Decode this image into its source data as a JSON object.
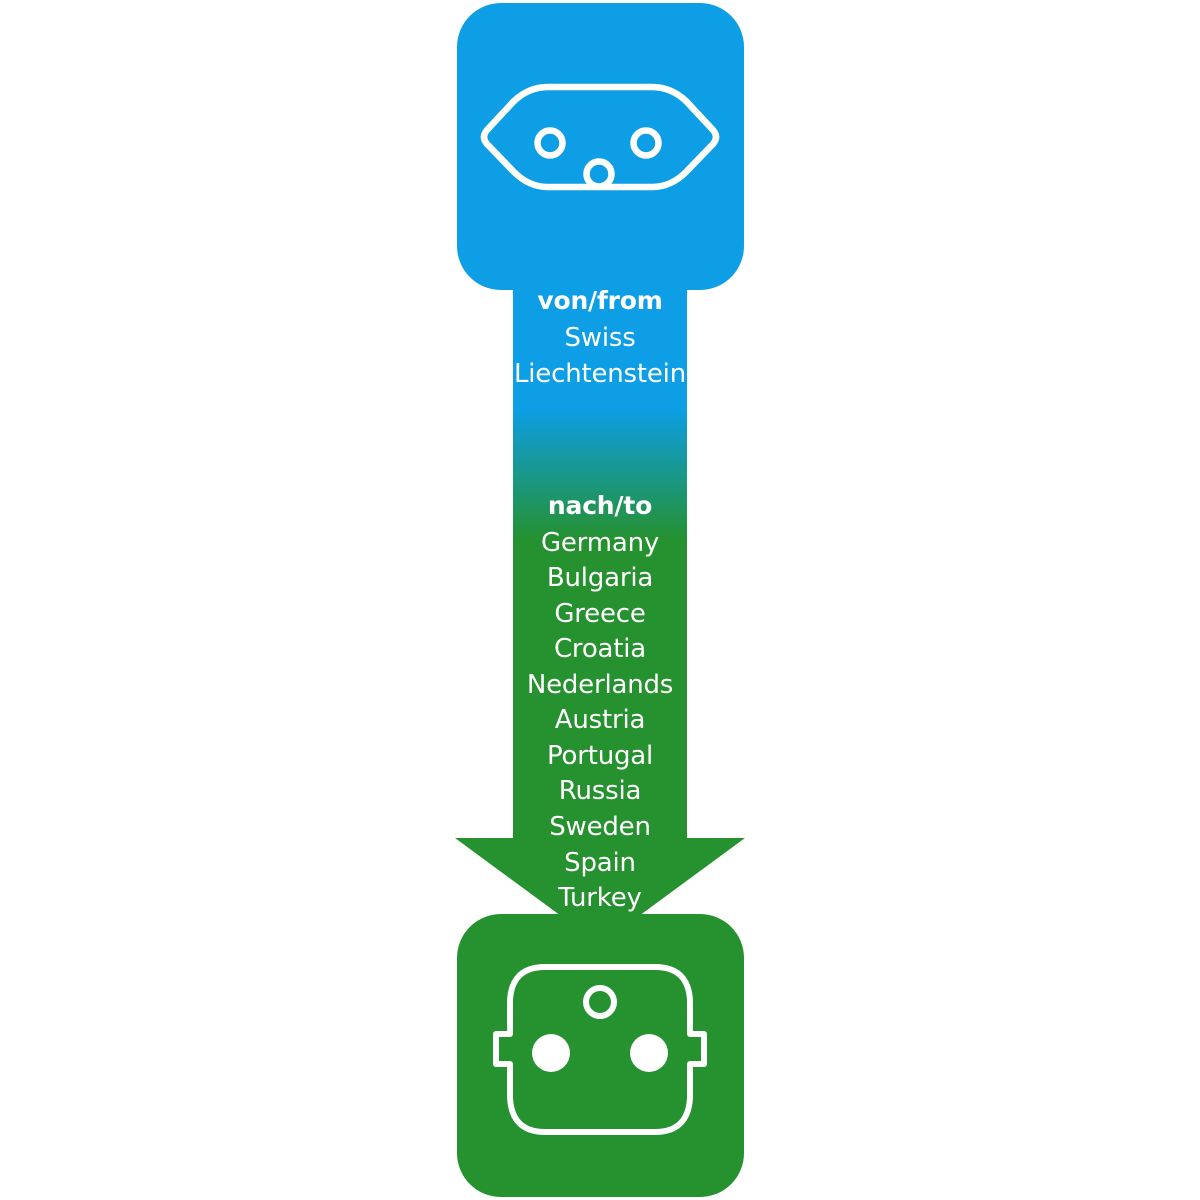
{
  "colors": {
    "blue": "#0d9ee6",
    "green": "#25912f",
    "text": "#ffffff"
  },
  "from": {
    "heading": "von/from",
    "places": [
      "Swiss",
      "Liechtenstein"
    ]
  },
  "to": {
    "heading": "nach/to",
    "places": [
      "Germany",
      "Bulgaria",
      "Greece",
      "Croatia",
      "Nederlands",
      "Austria",
      "Portugal",
      "Russia",
      "Sweden",
      "Spain",
      "Turkey"
    ]
  },
  "icons": {
    "source": "swiss-plug-type-j-icon",
    "target": "schuko-socket-icon"
  }
}
